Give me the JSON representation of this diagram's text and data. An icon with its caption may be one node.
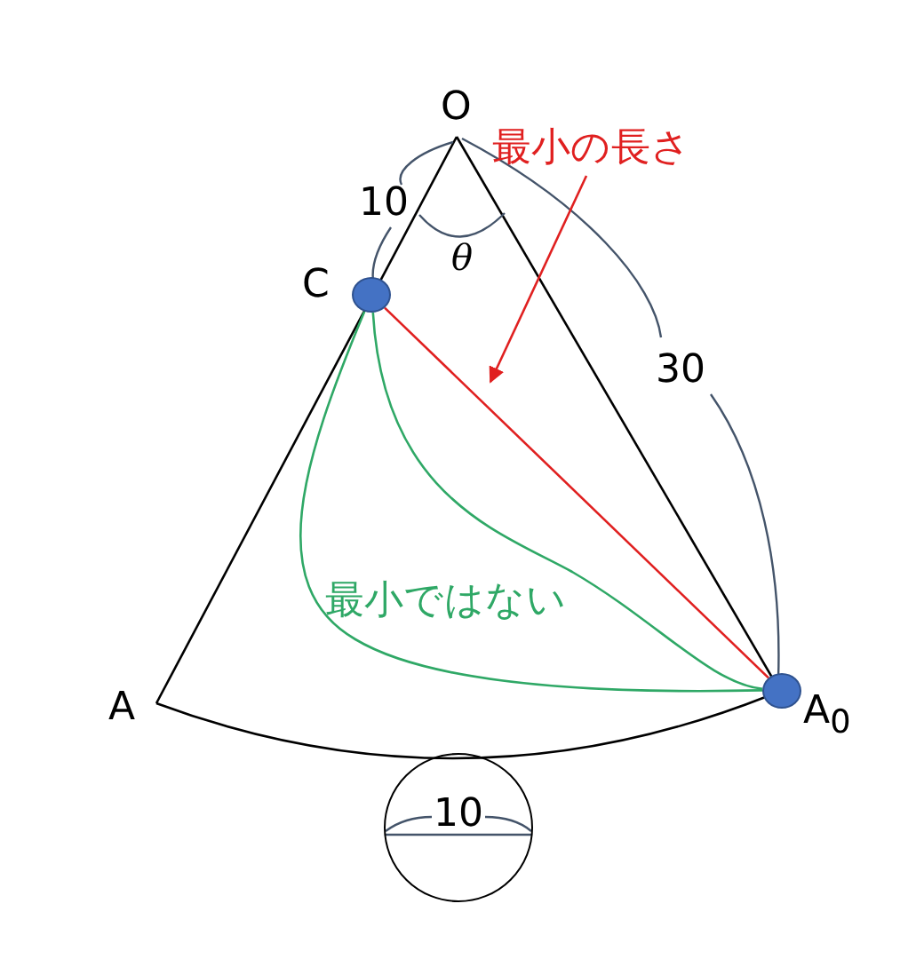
{
  "diagram": {
    "nodes": [
      {
        "text": [],
        "shape": "circle",
        "beside": [
          "C"
        ]
      },
      {
        "text": [],
        "shape": "circle",
        "beside": [
          "A$_{0}$"
        ]
      },
      {
        "text": [
          "最小の長さ"
        ]
      },
      {
        "text": [
          "10"
        ]
      }
    ],
    "edges": [
      {
        "from": 0,
        "to": 1,
        "arrow": "none",
        "color": "#e02020"
      },
      {
        "from": 0,
        "to": 1,
        "arrow": "none",
        "color": "#2fa866"
      },
      {
        "from": 0,
        "to": 1,
        "arrow": "none",
        "color": "#2fa866"
      },
      {
        "from": 2,
        "to": null,
        "arrow": "to",
        "color": "#e02020"
      }
    ],
    "labels": [
      "O",
      "10",
      "θ",
      "30",
      "最小ではない",
      "A"
    ]
  }
}
